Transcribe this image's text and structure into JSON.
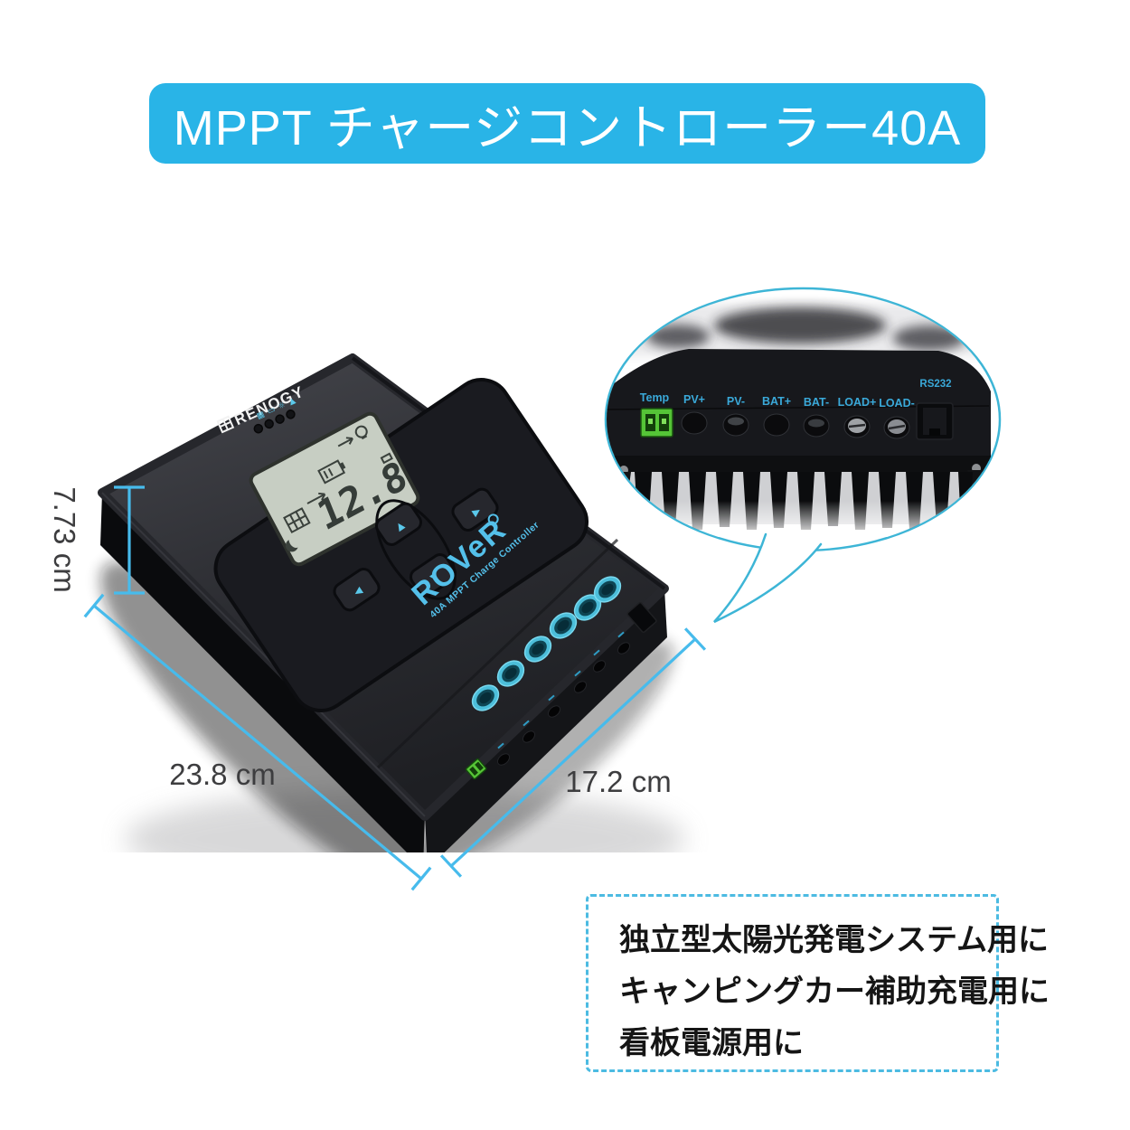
{
  "banner": {
    "title": "MPPT チャージコントローラー40A"
  },
  "colors": {
    "banner_bg": "#29b4e7",
    "accent_cyan": "#47bbec",
    "terminal_label_cyan": "#3aa9d9",
    "logo_cyan": "#54c0ea",
    "lcd_green": "#c7cec3",
    "connector_green": "#55c437"
  },
  "device": {
    "brand": "RENOGY",
    "model": "ROVeR",
    "model_subtitle": "40A MPPT Charge Controller",
    "lcd_value": "12.8",
    "button_glyphs": {
      "up": "▲",
      "down": "▼",
      "left": "◀",
      "right": "▶"
    },
    "indicator_glyphs": {
      "solar": "▦",
      "battery": "▭",
      "load": "☼",
      "warning": "▲"
    }
  },
  "callout": {
    "terminal_labels": [
      "Temp",
      "PV+",
      "PV-",
      "BAT+",
      "BAT-",
      "LOAD+",
      "LOAD-"
    ],
    "port_label": "RS232"
  },
  "dimensions": {
    "height": "7.73 cm",
    "width": "23.8 cm",
    "depth": "17.2 cm"
  },
  "notes": {
    "lines": [
      "独立型太陽光発電システム用に",
      "キャンピングカー補助充電用に",
      "看板電源用に"
    ]
  }
}
